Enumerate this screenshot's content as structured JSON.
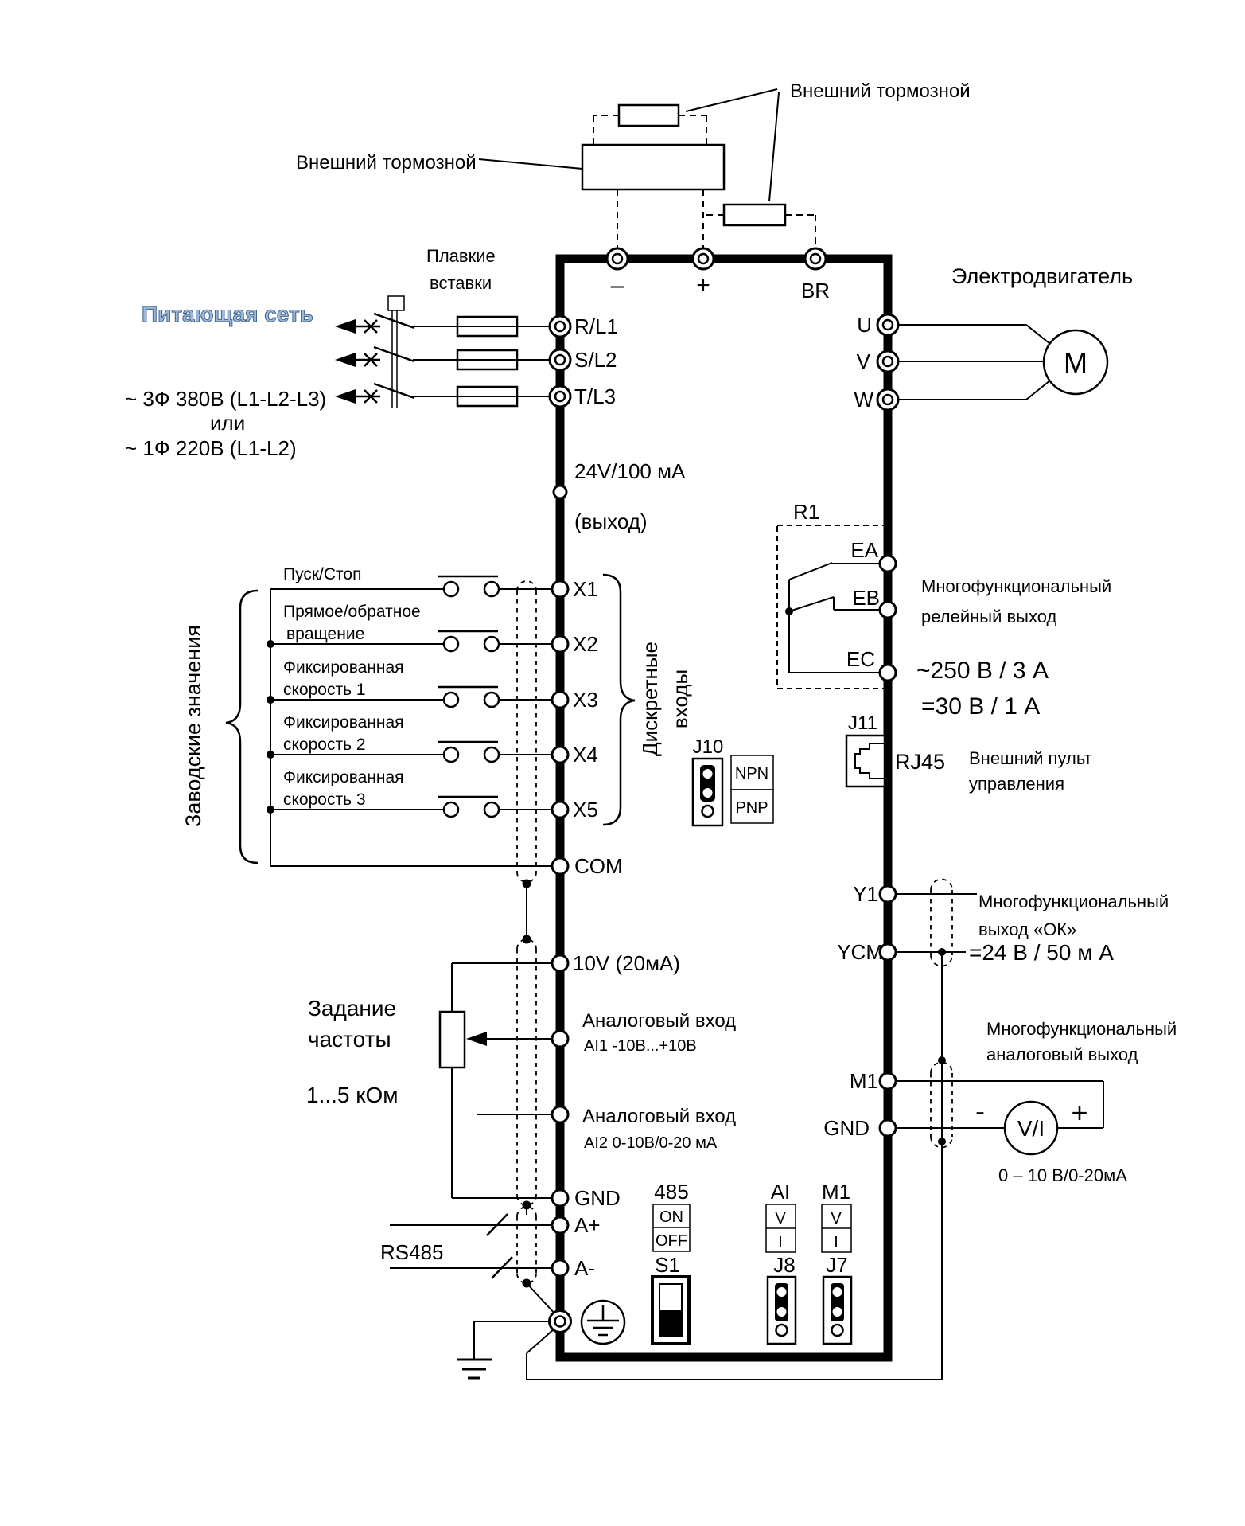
{
  "braking": {
    "label_left": "Внешний тормозной",
    "label_top": "Внешний тормозной"
  },
  "supply": {
    "title": "Питающая сеть",
    "fuse_line1": "Плавкие",
    "fuse_line2": "вставки",
    "spec1": "~ 3Ф 380В (L1-L2-L3)",
    "spec2": "или",
    "spec3": "~ 1Ф 220В (L1-L2)"
  },
  "dc_terminals": {
    "minus": "–",
    "plus": "+",
    "br": "BR"
  },
  "inputs": {
    "r": "R/L1",
    "s": "S/L2",
    "t": "T/L3"
  },
  "motor": {
    "title": "Электродвигатель",
    "u": "U",
    "v": "V",
    "w": "W",
    "m": "M"
  },
  "ps24": {
    "line1": "24V/100 мА",
    "line2": "(выход)"
  },
  "digital": {
    "group_label": "Заводские значения",
    "inputs_label1": "Дискретные",
    "inputs_label2": "входы",
    "com": "COM",
    "rows": [
      {
        "line1": "Пуск/Стоп",
        "line2": "",
        "term": "X1"
      },
      {
        "line1": "Прямое/обратное",
        "line2": "вращение",
        "term": "X2"
      },
      {
        "line1": "Фиксированная",
        "line2": "скорость 1",
        "term": "X3"
      },
      {
        "line1": "Фиксированная",
        "line2": "скорость 2",
        "term": "X4"
      },
      {
        "line1": "Фиксированная",
        "line2": "скорость 3",
        "term": "X5"
      }
    ]
  },
  "relay": {
    "name": "R1",
    "ea": "EA",
    "eb": "EB",
    "ec": "EC",
    "desc1": "Многофункциональный",
    "desc2": "релейный выход",
    "rating1": "~250 В / 3 А",
    "rating2": "=30 В / 1 А"
  },
  "j10": {
    "name": "J10",
    "npn": "NPN",
    "pnp": "PNP"
  },
  "keypad": {
    "name": "J11",
    "jack": "RJ45",
    "desc1": "Внешний пульт",
    "desc2": "управления"
  },
  "oc": {
    "y1": "Y1",
    "ycm": "YCM",
    "desc1": "Многофункциональный",
    "desc2": "выход «ОК»",
    "rating": "=24 В / 50 м А"
  },
  "ao": {
    "m1": "M1",
    "gnd": "GND",
    "desc1": "Многофункциональный",
    "desc2": "аналоговый выход",
    "meter": "V/I",
    "minus": "-",
    "plus": "+",
    "range": "0 – 10 В/0-20мА"
  },
  "ai": {
    "v10": "10V (20мА)",
    "in1_title": "Аналоговый вход",
    "in1_sub": "AI1  -10В...+10В",
    "in2_title": "Аналоговый вход",
    "in2_sub": "AI2  0-10В/0-20 мА",
    "gnd": "GND",
    "task1": "Задание",
    "task2": "частоты",
    "pot": "1...5 кОм"
  },
  "rs485": {
    "label": "RS485",
    "ap": "A+",
    "am": "A-"
  },
  "config": {
    "t485": "485",
    "on": "ON",
    "off": "OFF",
    "s1": "S1",
    "ai": "AI",
    "v1": "V",
    "i1": "I",
    "j8": "J8",
    "m1": "M1",
    "v2": "V",
    "i2": "I",
    "j7": "J7"
  },
  "colors": {
    "line": "#000000",
    "supply_fill": "#9db9d9",
    "supply_stroke": "#41648f"
  }
}
